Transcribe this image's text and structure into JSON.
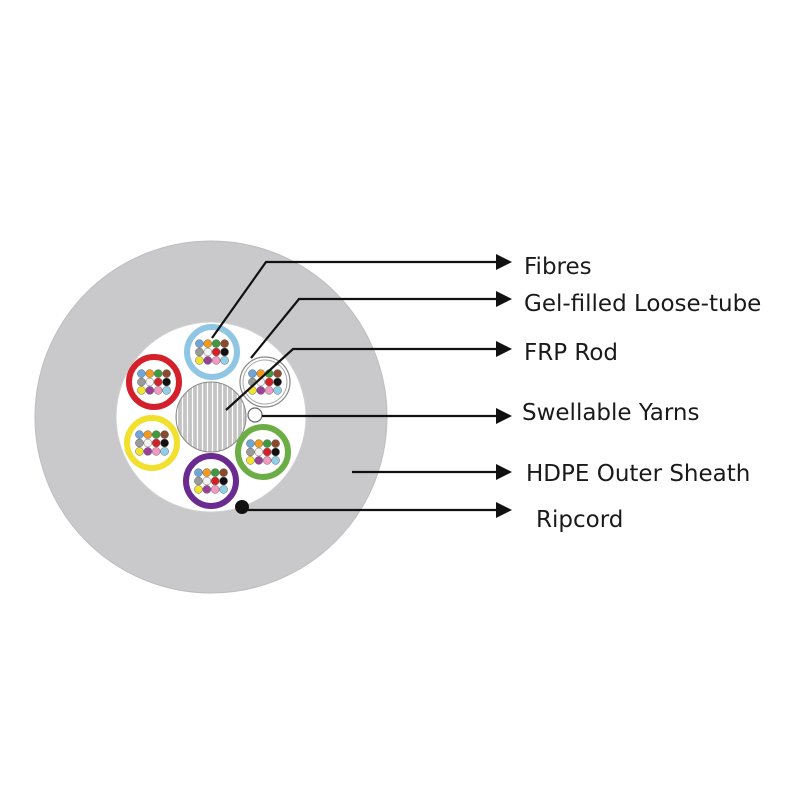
{
  "labels": {
    "fibres": "Fibres",
    "loose_tube": "Gel-filled Loose-tube",
    "frp_rod": "FRP Rod",
    "swellable_yarns": "Swellable Yarns",
    "outer_sheath": "HDPE Outer Sheath",
    "ripcord": "Ripcord"
  },
  "colors": {
    "sheath": "#c9c9cb",
    "core": "#ffffff",
    "frp_rod": "#c4c4c4",
    "line": "#111111",
    "tube_blue": "#8fc6e4",
    "tube_white": "#ffffff",
    "tube_green": "#6cae45",
    "tube_violet": "#6a2a8f",
    "tube_yellow": "#f2e02f",
    "tube_red": "#d4202a",
    "fibre_palette": [
      "#6ea6d8",
      "#f29b1b",
      "#3d9a3d",
      "#8b4a2b",
      "#9a9a9a",
      "#f4f4f4",
      "#d42127",
      "#111111",
      "#f2e32e",
      "#9c3f97",
      "#f29ac2",
      "#8fd0e8"
    ]
  },
  "tubes": [
    {
      "name": "blue",
      "color": "#8fc6e4"
    },
    {
      "name": "white",
      "color": "#ffffff"
    },
    {
      "name": "green",
      "color": "#6cae45"
    },
    {
      "name": "violet",
      "color": "#6a2a8f"
    },
    {
      "name": "yellow",
      "color": "#f2e02f"
    },
    {
      "name": "red",
      "color": "#d4202a"
    }
  ]
}
